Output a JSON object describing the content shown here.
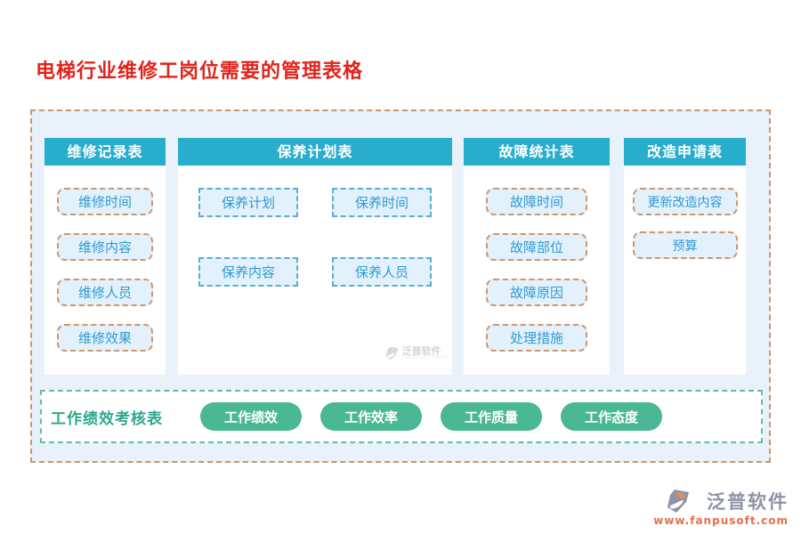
{
  "page": {
    "title": "电梯行业维修工岗位需要的管理表格"
  },
  "board": {
    "columns": [
      {
        "header": "维修记录表",
        "items": [
          "维修时间",
          "维修内容",
          "维修人员",
          "维修效果"
        ]
      },
      {
        "header": "保养计划表",
        "items": [
          "保养计划",
          "保养时间",
          "保养内容",
          "保养人员"
        ]
      },
      {
        "header": "故障统计表",
        "items": [
          "故障时间",
          "故障部位",
          "故障原因",
          "处理措施"
        ]
      },
      {
        "header": "改造申请表",
        "items": [
          "更新改造内容",
          "预算"
        ]
      }
    ],
    "assessment": {
      "label": "工作绩效考核表",
      "pills": [
        "工作绩效",
        "工作效率",
        "工作质量",
        "工作态度"
      ]
    }
  },
  "watermark": {
    "name": "泛普软件",
    "subtext": "FANPU SOFTWARE"
  },
  "brand": {
    "name": "泛普软件",
    "url": "www.fanpusoft.com"
  },
  "colors": {
    "title_red": "#e0231b",
    "header_teal": "#29adcd",
    "board_bg": "#e9f1fa",
    "board_border_orange": "#cf9566",
    "item_fill": "#e3f1fc",
    "item_text_blue": "#2e9ad3",
    "item_border_orange": "#d0966a",
    "item_border_blue": "#57b0d2",
    "pill_green": "#4ab795",
    "assessment_border_green": "#5fbfa3",
    "assessment_label_green": "#2da88b",
    "brand_gray": "#8c95a7",
    "brand_url_orange": "#e2714d"
  }
}
